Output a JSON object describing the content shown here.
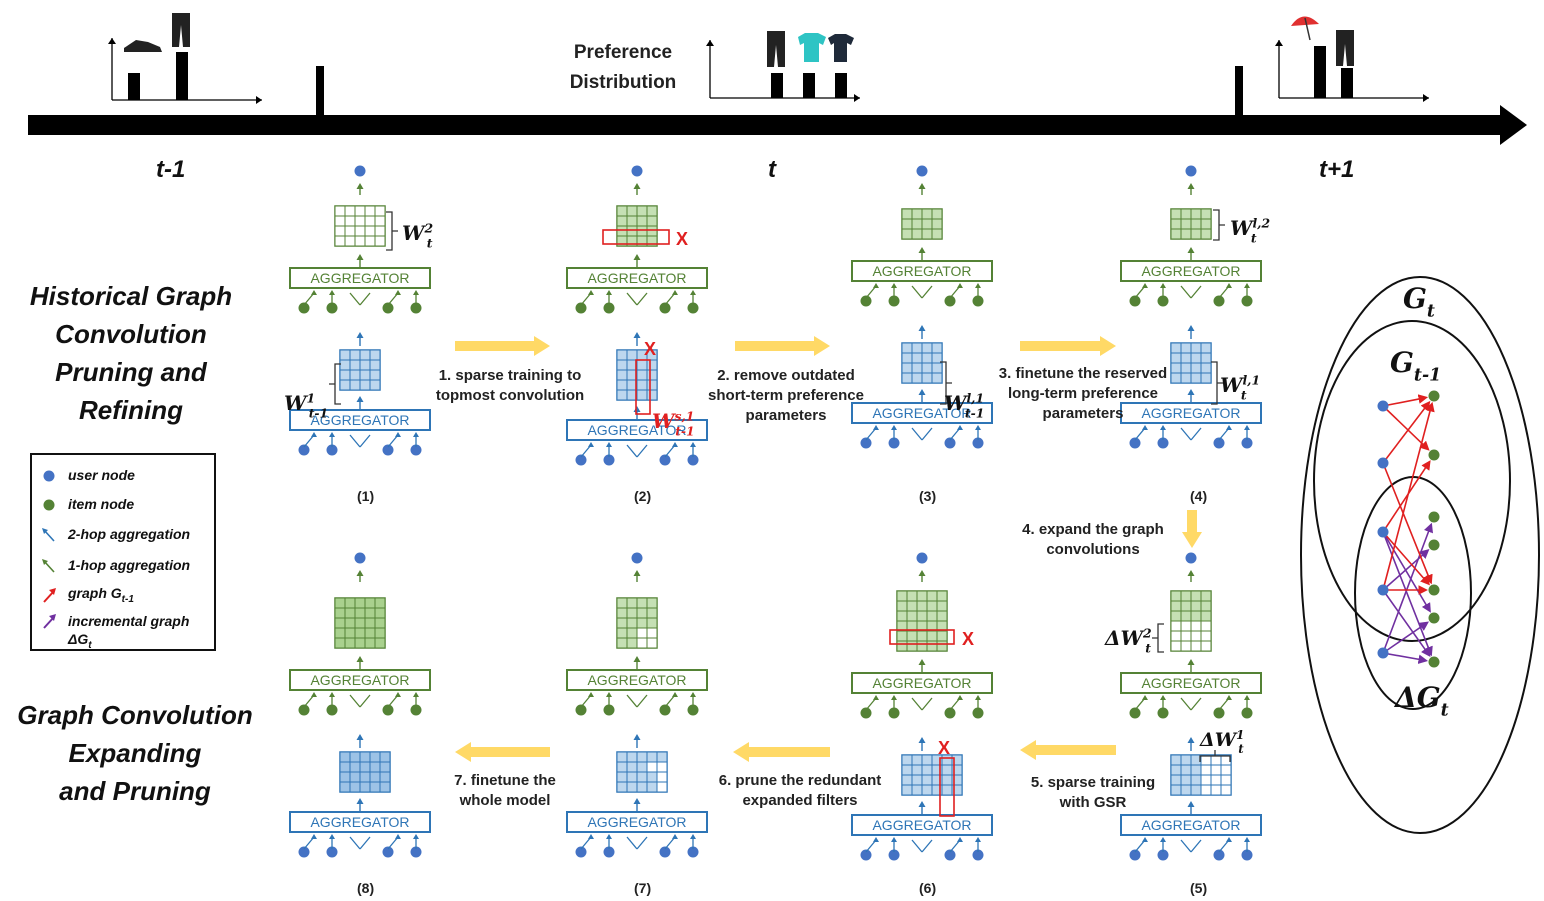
{
  "timeline": {
    "labels": [
      "t-1",
      "t",
      "t+1"
    ],
    "preference_label": "Preference\nDistribution"
  },
  "sections": {
    "top": "Historical Graph\nConvolution\nPruning and Refining",
    "bottom": "Graph Convolution\nExpanding\nand Pruning"
  },
  "aggregator_label": "AGGREGATOR",
  "panels": [
    "(1)",
    "(2)",
    "(3)",
    "(4)",
    "(5)",
    "(6)",
    "(7)",
    "(8)"
  ],
  "steps": [
    "1. sparse training to\ntopmost convolution",
    "2. remove outdated\nshort-term preference\nparameters",
    "3. finetune the reserved\nlong-term preference\nparameters",
    "4. expand the graph\nconvolutions",
    "5. sparse training\nwith GSR",
    "6. prune the redundant\nexpanded filters",
    "7. finetune the\nwhole model"
  ],
  "legend": [
    {
      "label": "user node",
      "icon": "blue-dot"
    },
    {
      "label": "item node",
      "icon": "green-dot"
    },
    {
      "label": "2-hop aggregation",
      "icon": "blue-arrow"
    },
    {
      "label": "1-hop aggregation",
      "icon": "green-arrow"
    },
    {
      "label": "graph G_{t-1}",
      "icon": "red-arrow"
    },
    {
      "label": "incremental graph ΔG_t",
      "icon": "purple-arrow"
    }
  ],
  "math_labels": {
    "w2t": "W_t^2",
    "w1t1": "W_{t-1}^1",
    "ws": "W_{t-1}^{s,1}",
    "wl1t1": "W_{t-1}^{l,1}",
    "wl2t": "W_t^{l,2}",
    "wl1t": "W_t^{l,1}",
    "dw2": "ΔW_t^2",
    "dw1": "ΔW_t^1",
    "prune_mark": "X"
  },
  "venn": {
    "outer": "G_t",
    "middle": "G_{t-1}",
    "inner": "ΔG_t"
  },
  "colors": {
    "blue": "#2e75b6",
    "green": "#548235",
    "lightblue": "#bdd7ee",
    "lightgreen": "#c5e0b4",
    "red": "#e02020",
    "purple": "#7030a0",
    "yellow": "#ffd966",
    "node_blue": "#4472c4",
    "node_green": "#548235"
  }
}
